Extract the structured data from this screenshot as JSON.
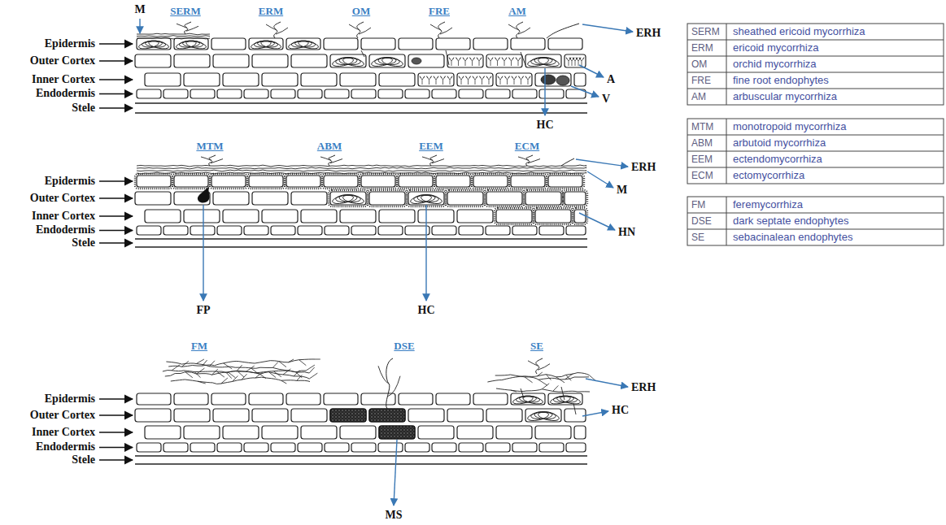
{
  "diagram": {
    "labels": [
      "M",
      "SERM",
      "ERM",
      "OM",
      "FRE",
      "AM",
      "ERH",
      "Epidermis",
      "Outer Cortex",
      "Inner Cortex",
      "Endodermis",
      "Stele",
      "A",
      "V",
      "HC",
      "MTM",
      "ABM",
      "EEM",
      "ECM",
      "ERH",
      "M",
      "Epidermis",
      "Outer Cortex",
      "Inner Cortex",
      "Endodermis",
      "Stele",
      "HN",
      "FP",
      "HC",
      "FM",
      "DSE",
      "SE",
      "Epidermis",
      "Outer Cortex",
      "ERH",
      "HC",
      "Inner Cortex",
      "Endodermis",
      "Stele",
      "MS",
      "SERM",
      "sheathed ericoid mycorrhiza",
      "ERM",
      "ericoid mycorrhiza",
      "OM",
      "orchid mycorrhiza",
      "FRE",
      "fine root endophytes",
      "AM",
      "arbuscular mycorrhiza",
      "MTM",
      "monotropoid mycorrhiza",
      "ABM",
      "arbutoid mycorrhiza",
      "EEM",
      "ectendomycorrhiza",
      "ECM",
      "ectomycorrhiza",
      "FM",
      "feremycorrhiza",
      "DSE",
      "dark septate endophytes",
      "SE",
      "sebacinalean endophytes"
    ]
  }
}
